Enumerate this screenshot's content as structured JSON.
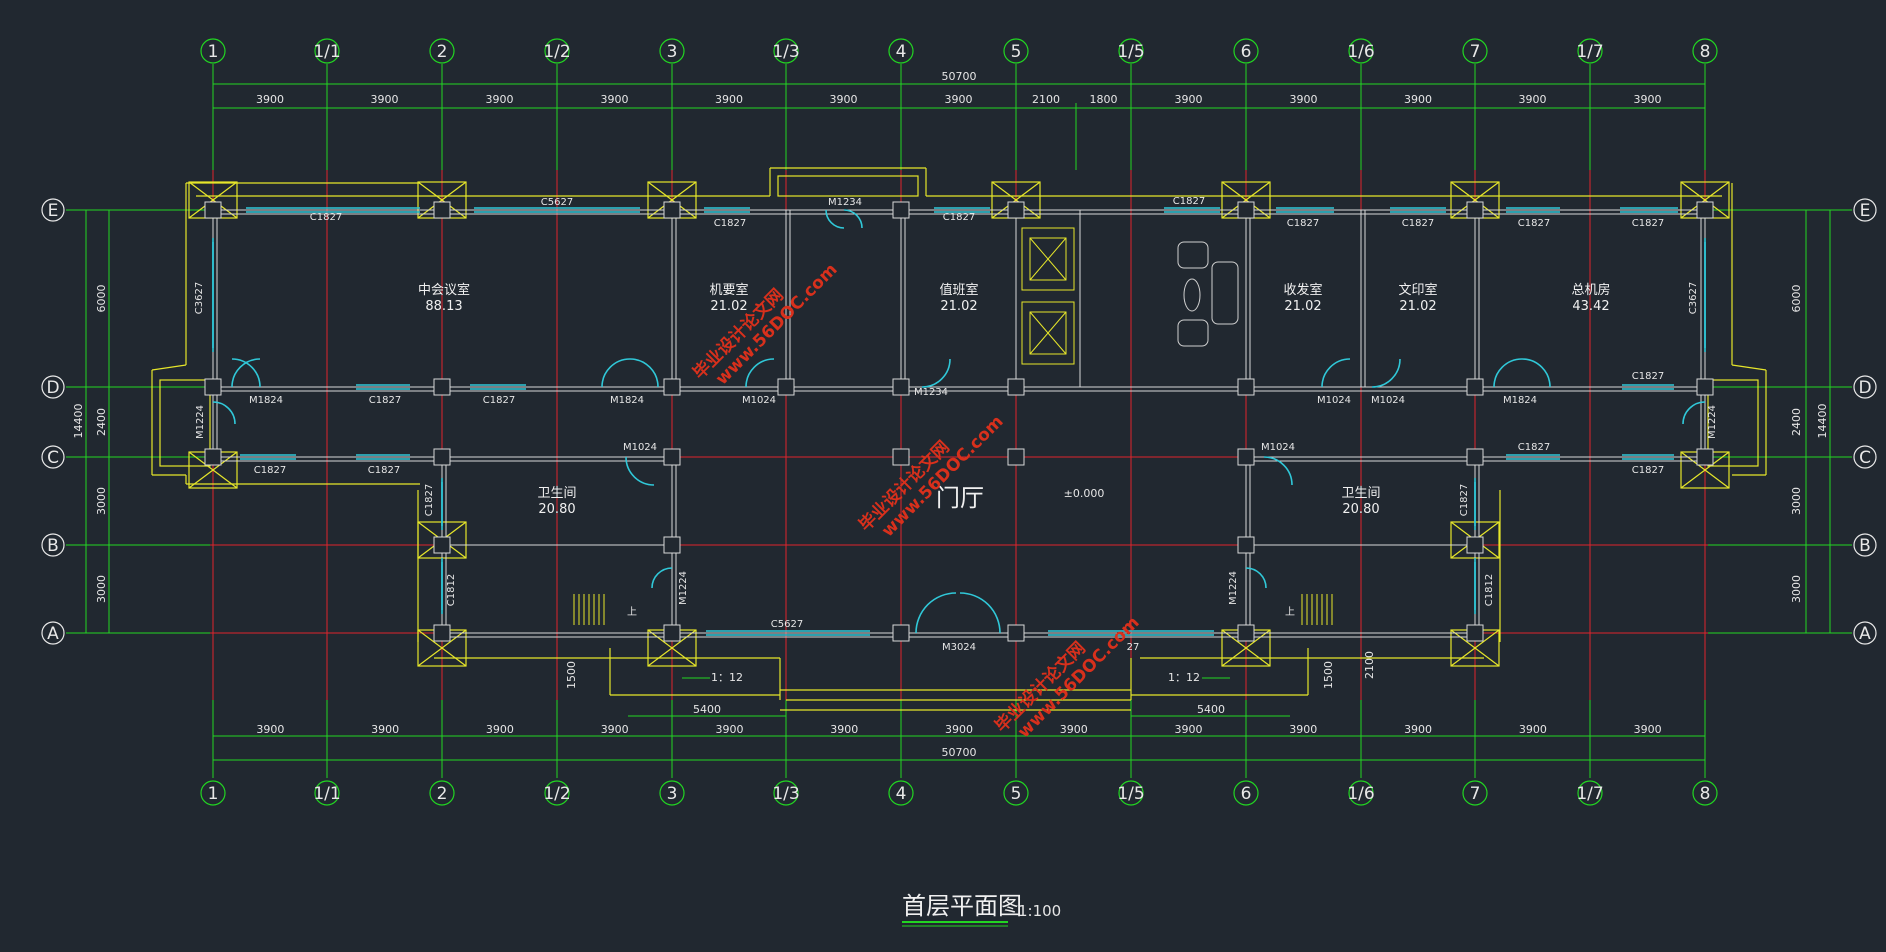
{
  "drawing": {
    "title": "首层平面图",
    "scale": "1:100",
    "elevation_mark": "±0.000",
    "hall_label": "门厅",
    "stair_up": "上",
    "ramp_left": "1：12",
    "ramp_right": "1：12"
  },
  "axes": {
    "vertical": [
      "1",
      "1/1",
      "2",
      "1/2",
      "3",
      "1/3",
      "4",
      "5",
      "1/5",
      "6",
      "1/6",
      "7",
      "1/7",
      "8"
    ],
    "horizontal": [
      "E",
      "D",
      "C",
      "B",
      "A"
    ]
  },
  "dimensions": {
    "total_length": "50700",
    "top_segments": [
      "3900",
      "3900",
      "3900",
      "3900",
      "3900",
      "3900",
      "3900",
      "2100",
      "1800",
      "3900",
      "3900",
      "3900",
      "3900",
      "3900"
    ],
    "bottom_segments": [
      "3900",
      "3900",
      "3900",
      "3900",
      "3900",
      "3900",
      "3900",
      "3900",
      "3900",
      "3900",
      "3900",
      "3900",
      "3900"
    ],
    "ramp_width": "5400",
    "total_depth": "14400",
    "side_segments": [
      "6000",
      "2400",
      "3000",
      "3000"
    ],
    "ramp_depth": "1500",
    "step_depth": "2100"
  },
  "rooms": [
    {
      "name": "中会议室",
      "area": "88.13"
    },
    {
      "name": "机要室",
      "area": "21.02"
    },
    {
      "name": "值班室",
      "area": "21.02"
    },
    {
      "name": "收发室",
      "area": "21.02"
    },
    {
      "name": "文印室",
      "area": "21.02"
    },
    {
      "name": "总机房",
      "area": "43.42"
    },
    {
      "name": "卫生间",
      "area": "20.80"
    },
    {
      "name": "卫生间",
      "area": "20.80"
    }
  ],
  "openings": {
    "c1827": "C1827",
    "c3627": "C3627",
    "c5627": "C5627",
    "c1812": "C1812",
    "m1824": "M1824",
    "m1024": "M1024",
    "m1224": "M1224",
    "m3024": "M3024",
    "m1234": "M1234",
    "c5627_partial": "27"
  },
  "watermarks": [
    {
      "line1": "毕业设计论文网",
      "line2": "www.56DOC.com"
    },
    {
      "line1": "毕业设计论文网",
      "line2": "www.56DOC.com"
    },
    {
      "line1": "毕业设计论文网",
      "line2": "www.56DOC.com"
    }
  ],
  "colors": {
    "background": "#212830",
    "axis_line": "#e0242c",
    "dimension": "#22d622",
    "wall": "#d8d8d8",
    "outline": "#e6e62a",
    "window": "#30c8d8",
    "watermark": "#d8301c"
  }
}
